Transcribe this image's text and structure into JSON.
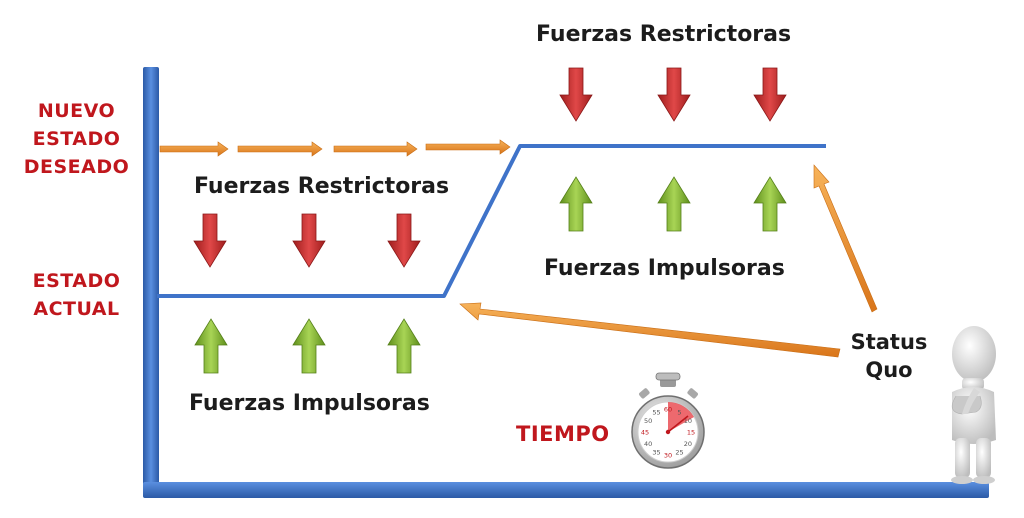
{
  "labels": {
    "nuevo_estado": [
      "NUEVO",
      "ESTADO",
      "DESEADO"
    ],
    "estado_actual": [
      "ESTADO",
      "ACTUAL"
    ],
    "restrictoras_top": "Fuerzas Restrictoras",
    "restrictoras_left": "Fuerzas Restrictoras",
    "impulsoras_right": "Fuerzas Impulsoras",
    "impulsoras_left": "Fuerzas Impulsoras",
    "status_quo": [
      "Status",
      "Quo"
    ],
    "tiempo": "TIEMPO"
  },
  "stopwatch_numbers": [
    "60",
    "5",
    "10",
    "15",
    "20",
    "25",
    "30",
    "35",
    "40",
    "45",
    "50",
    "55"
  ],
  "colors": {
    "axis_blue": "#3a70c5",
    "line_blue": "#3f73c9",
    "restrictive_red": "#d23535",
    "driving_green": "#8bbf3c",
    "orange_arrow": "#f0902a",
    "label_red": "#c0171d",
    "label_dark": "#1c1c1c"
  },
  "icons": [
    "down-arrow-icon",
    "up-arrow-icon",
    "stopwatch-icon",
    "thinking-figure-icon"
  ]
}
